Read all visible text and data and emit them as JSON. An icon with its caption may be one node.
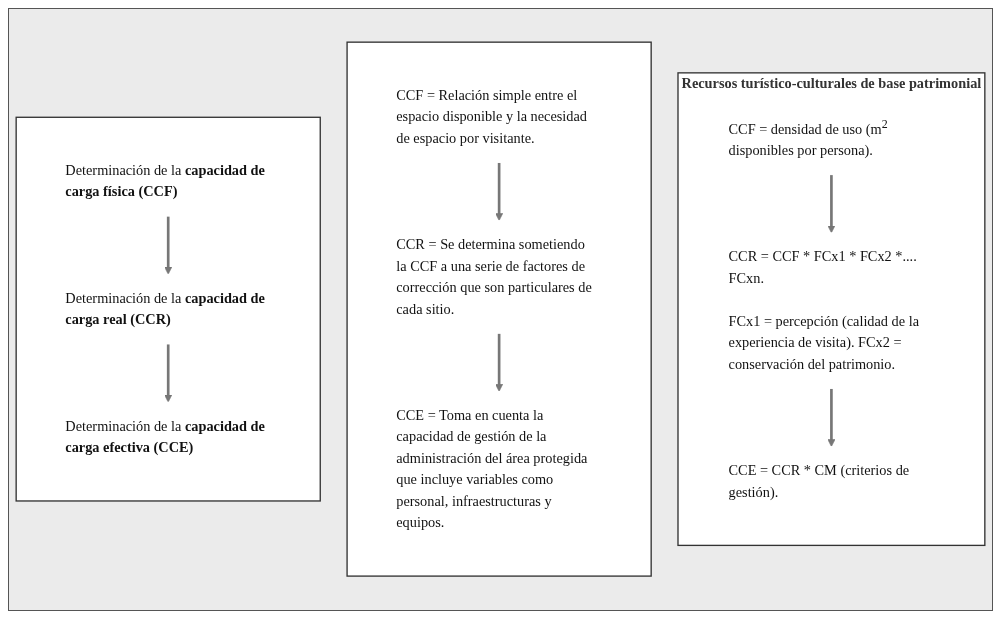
{
  "diagram": {
    "nodes": [
      {
        "text": [],
        "shape": "box"
      },
      {
        "text": [
          "Determinación de la **capacidad de carga física (CCF)**"
        ],
        "in": 0
      },
      {
        "text": [
          "Determinación de la **capacidad de carga real (CCR)**"
        ],
        "in": 0
      },
      {
        "text": [
          "Determinación de la **capacidad de carga efectiva (CCE)**"
        ],
        "in": 0
      },
      {
        "text": [],
        "shape": "box"
      },
      {
        "text": [
          "CCF = Relación simple entre el espacio disponible y la necesidad de espacio por visitante."
        ],
        "in": 4
      },
      {
        "text": [
          "CCR = Se determina sometiendo la CCF a una serie de factores de corrección que son particulares de cada sitio."
        ],
        "in": 4
      },
      {
        "text": [
          "CCE = Toma en cuenta la capacidad de gestión de la administración del área protegida que incluye variables como personal, infraestructuras y equipos."
        ],
        "in": 4
      },
      {
        "text": [
          "Recursos turístico-culturales de base patrimonial"
        ]
      },
      {
        "text": [
          "CCF = densidad de uso (m$^{2}$ disponibles por persona)."
        ],
        "in": 8
      },
      {
        "text": [
          "CCR = CCF * FCx1 * FCx2 *.... FCxn.",
          "FCx1 = percepción (calidad de la experiencia de visita). FCx2 = conservación del patrimonio."
        ],
        "in": 8
      },
      {
        "text": [
          "CCE = CCR * CM (criterios de gestión)."
        ],
        "in": 8
      }
    ],
    "edges": [
      {
        "from": 1,
        "to": 2,
        "arrow": "to"
      },
      {
        "from": 2,
        "to": 3,
        "arrow": "to"
      },
      {
        "from": 5,
        "to": 6,
        "arrow": "to"
      },
      {
        "from": 6,
        "to": 7,
        "arrow": "to"
      },
      {
        "from": 9,
        "to": 10,
        "arrow": "to"
      },
      {
        "from": 10,
        "to": 11,
        "arrow": "to"
      }
    ]
  }
}
